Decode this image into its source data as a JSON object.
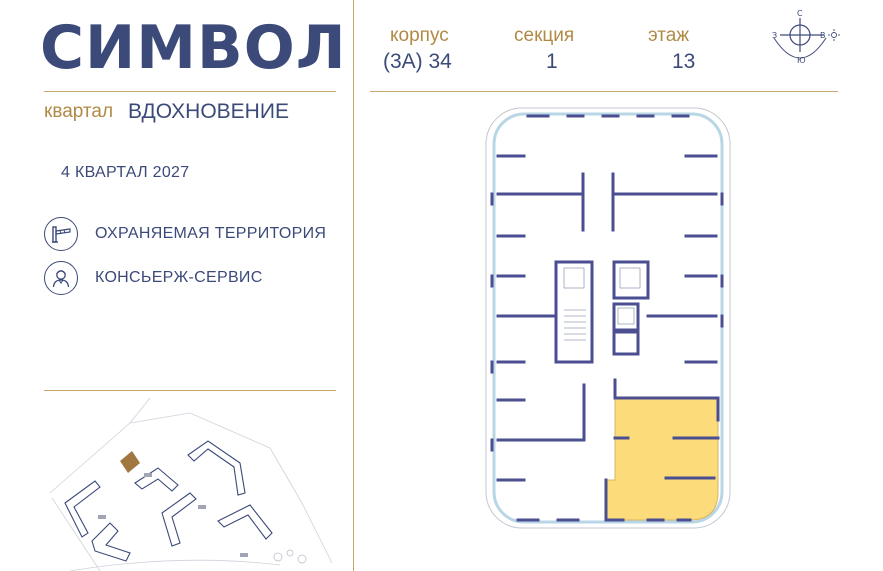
{
  "brand": {
    "logo_text": "СИМВОЛ"
  },
  "quarter": {
    "label": "квартал",
    "name": "ВДОХНОВЕНИЕ"
  },
  "completion": {
    "text": "4 КВАРТАЛ 2027"
  },
  "features": [
    {
      "icon": "barrier-icon",
      "label": "ОХРАНЯЕМАЯ ТЕРРИТОРИЯ"
    },
    {
      "icon": "concierge-icon",
      "label": "КОНСЬЕРЖ-СЕРВИС"
    }
  ],
  "building_info": {
    "korpus": {
      "label": "корпус",
      "value": "(3А) 34"
    },
    "sektsiya": {
      "label": "секция",
      "value": "1"
    },
    "etazh": {
      "label": "этаж",
      "value": "13"
    }
  },
  "compass": {
    "north": "С",
    "south": "Ю",
    "west": "З",
    "east": "В"
  },
  "colors": {
    "navy": "#3c4a79",
    "gold": "#c7a76b",
    "highlight_apartment": "#fcdc7a",
    "window_frame": "#b9d6e6"
  }
}
